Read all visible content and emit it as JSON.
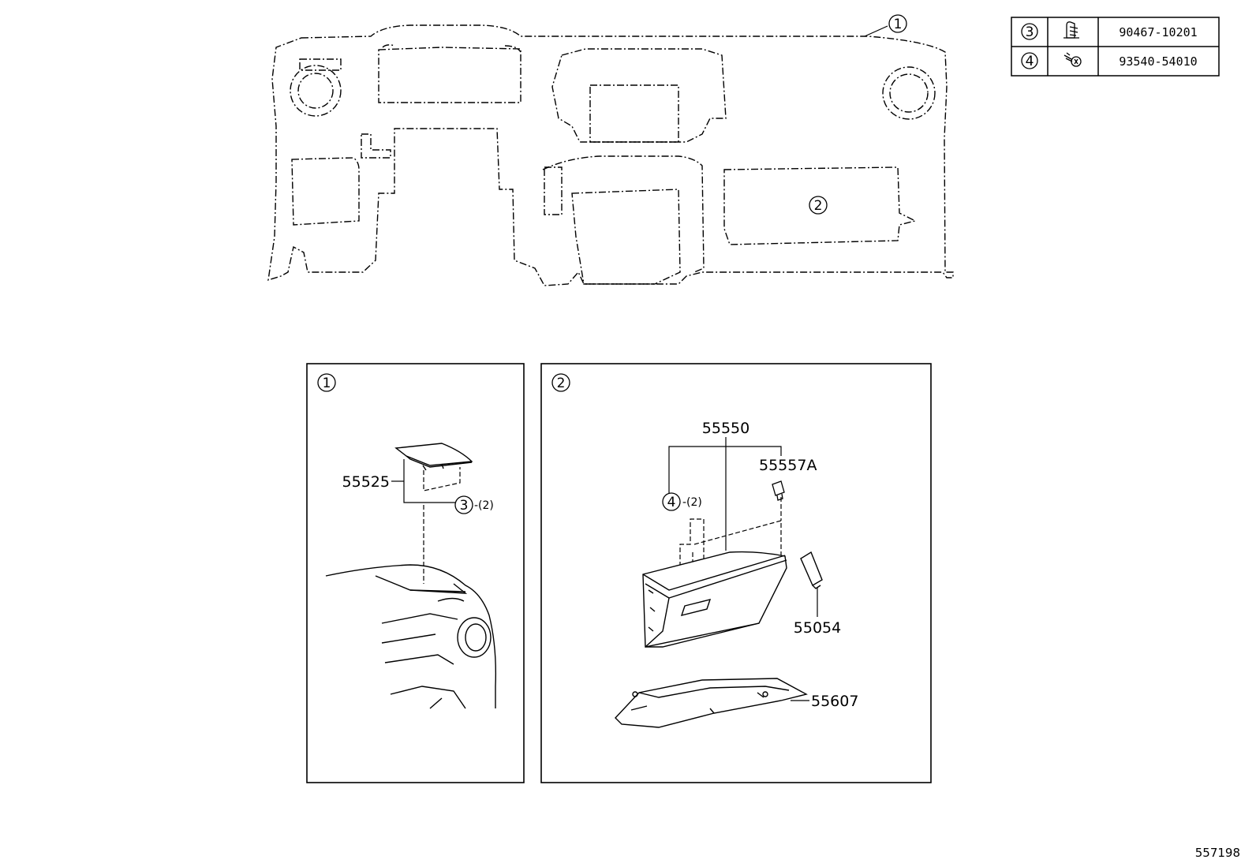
{
  "fastener_table": [
    {
      "ref": "3",
      "icon": "clip-icon",
      "part_no": "90467-10201"
    },
    {
      "ref": "4",
      "icon": "screw-icon",
      "part_no": "93540-54010"
    }
  ],
  "overview": {
    "callout_1": "1",
    "callout_2": "2"
  },
  "detail_1": {
    "tag": "1",
    "parts": {
      "p55525": "55525"
    },
    "fastener_ref": "3",
    "fastener_qty": "-(2)"
  },
  "detail_2": {
    "tag": "2",
    "parts": {
      "p55550": "55550",
      "p55557A": "55557A",
      "p55054": "55054",
      "p55607": "55607"
    },
    "fastener_ref": "4",
    "fastener_qty": "-(2)"
  },
  "illustration_id": "557198"
}
